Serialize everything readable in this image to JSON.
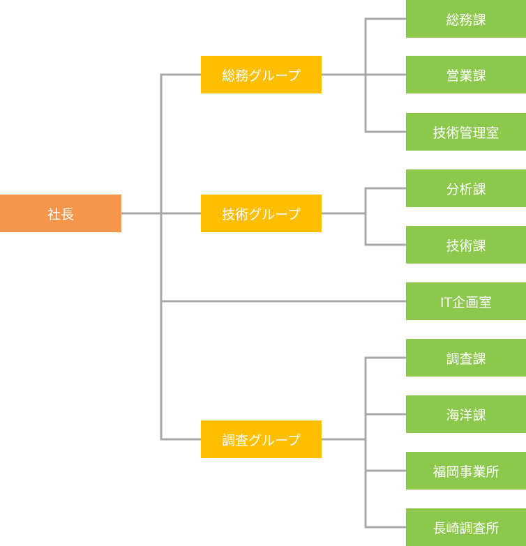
{
  "colors": {
    "root": "#f5964b",
    "group": "#ffbf00",
    "department": "#8cc84b",
    "connector": "#a8a8a8",
    "text": "#ffffff"
  },
  "org": {
    "root": {
      "label": "社長"
    },
    "groups": [
      {
        "label": "総務グループ",
        "departments": [
          "総務課",
          "営業課",
          "技術管理室"
        ]
      },
      {
        "label": "技術グループ",
        "departments": [
          "分析課",
          "技術課"
        ]
      }
    ],
    "direct": [
      "IT企画室"
    ],
    "groups_after": [
      {
        "label": "調査グループ",
        "departments": [
          "調査課",
          "海洋課",
          "福岡事業所",
          "長崎調査所"
        ]
      }
    ]
  }
}
